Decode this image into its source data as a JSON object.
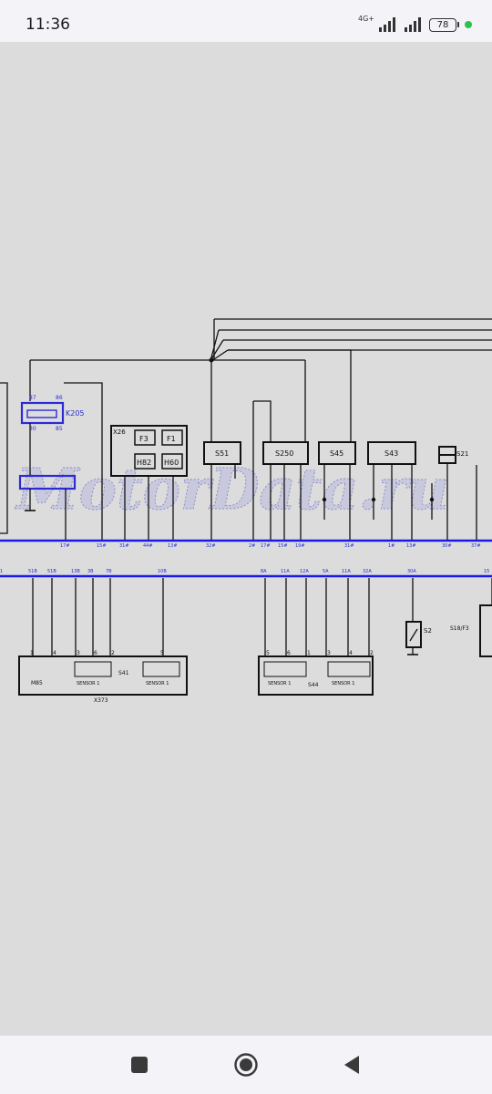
{
  "status": {
    "time": "11:36",
    "network": "4G+",
    "battery": "78",
    "battery_dot_color": "#2bc24d"
  },
  "diagram": {
    "watermark": "MotorData.ru",
    "components": {
      "relay": "K205",
      "relay_pins": [
        "87",
        "86",
        "30",
        "85"
      ],
      "fuse_box": "X26",
      "fuses": [
        "F3",
        "F1",
        "H82",
        "H60"
      ],
      "sw1": "S51",
      "sw2": "S250",
      "sw3": "S45",
      "sw4": "S43",
      "sw5": "S21",
      "module1": "X373",
      "module1_inner": "S41",
      "module2_inner": "S44",
      "sensor_label": "SENSOR 1",
      "m_label": "M85",
      "s2": "S2",
      "s18": "S18/F3"
    },
    "upper_bus_labels": [
      "17#",
      "15#",
      "31#",
      "44#",
      "13#",
      "32#",
      "2#",
      "17#",
      "15#",
      "19#",
      "31#",
      "1#",
      "13#",
      "30#",
      "37#"
    ],
    "lower_bus_labels": [
      "1",
      "51B",
      "51B",
      "13B",
      "3B",
      "7B",
      "10B",
      "8A",
      "11A",
      "12A",
      "5A",
      "11A",
      "32A",
      "30A",
      "15"
    ],
    "module1_pins": [
      "1",
      "4",
      "3",
      "6",
      "2",
      "5"
    ],
    "module2_pins": [
      "5",
      "6",
      "1",
      "3",
      "4",
      "2"
    ]
  },
  "colors": {
    "bus": "#1a1ae6",
    "wire": "#111111",
    "label_blue": "#2b2bd6",
    "status_bar": "#f4f3f7"
  }
}
